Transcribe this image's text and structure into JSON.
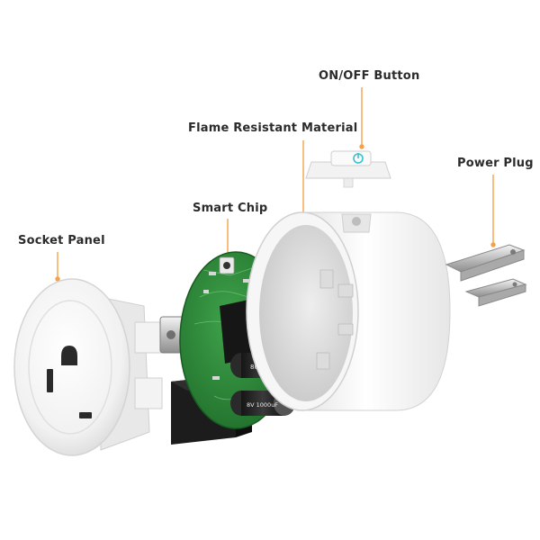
{
  "labels": {
    "onoff_button": "ON/OFF Button",
    "flame_resistant": "Flame Resistant Material",
    "power_plug": "Power Plug",
    "smart_chip": "Smart Chip",
    "socket_panel": "Socket Panel"
  },
  "capacitor_text": {
    "top": "80V",
    "bottom": "8V 1000uF"
  },
  "colors": {
    "leader_line": "#f4a14a",
    "pcb": "#2f8f3c",
    "white_plastic": "#f2f2f2",
    "relay": "#1c1c1c",
    "led": "#36c3d4"
  }
}
